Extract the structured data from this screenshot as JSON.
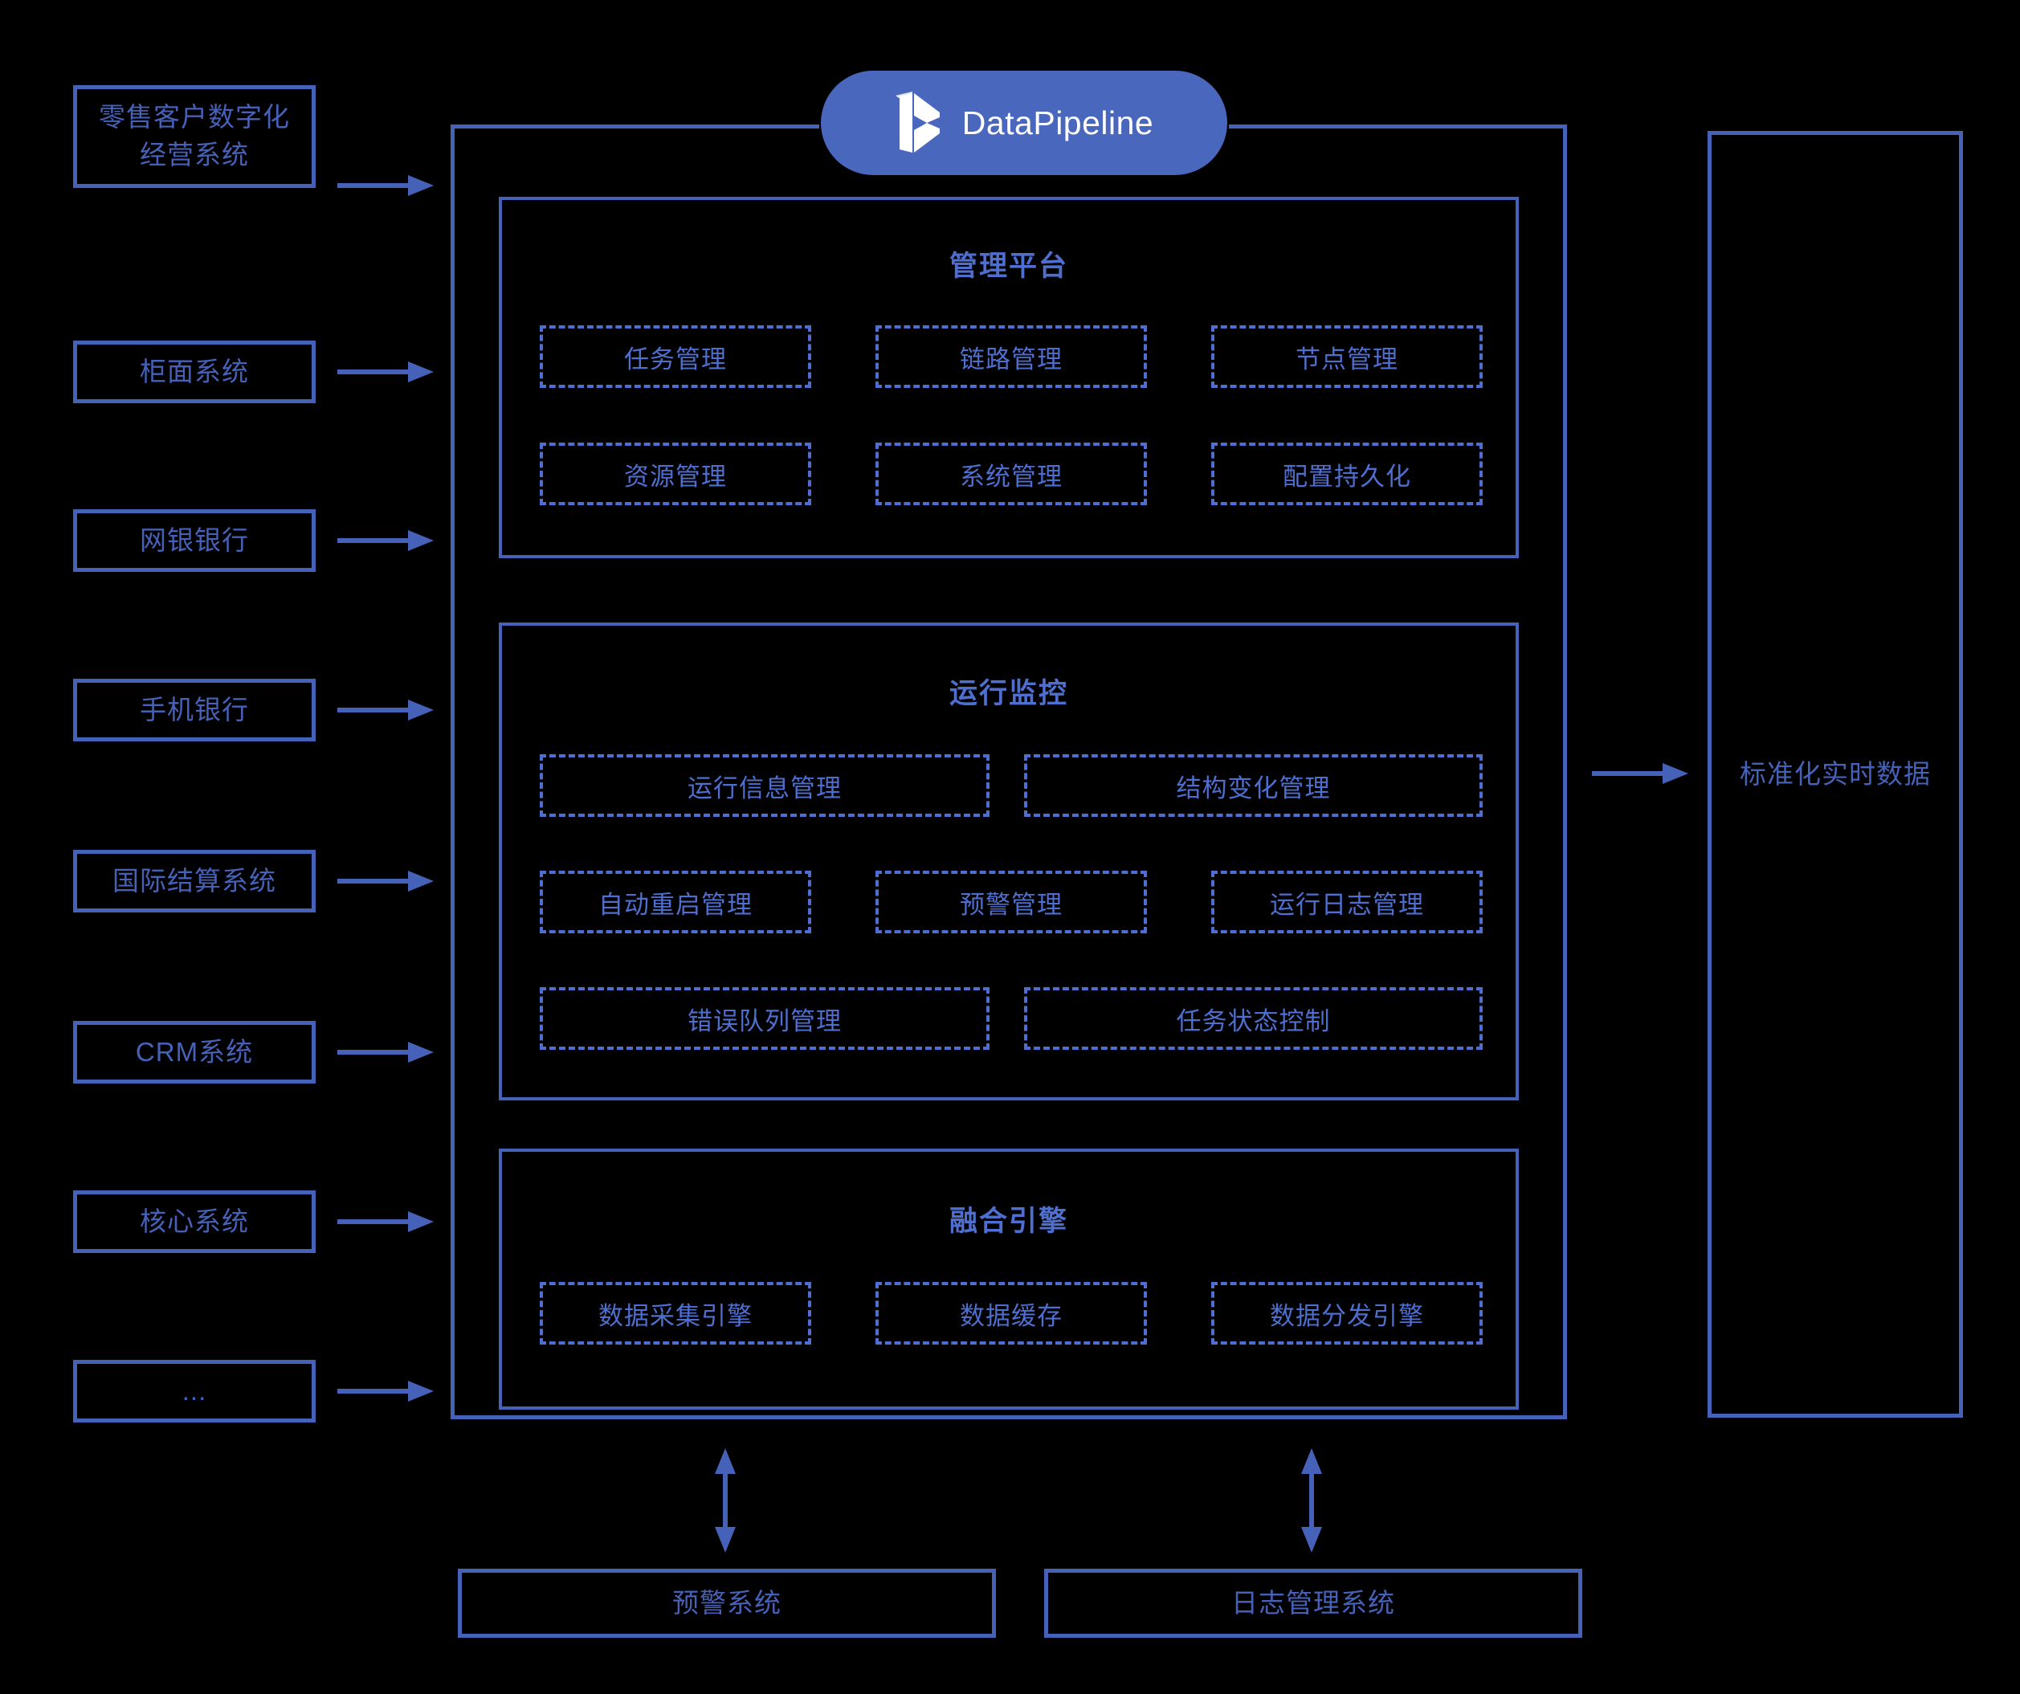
{
  "brand": {
    "name": "DataPipeline",
    "logo_icon": "datapipeline-logo-icon",
    "pill_color": "#4a67be",
    "text_color": "#ffffff"
  },
  "theme": {
    "background": "#000000",
    "solid_border": "#4661b8",
    "dashed_border": "#4f6fd0",
    "text": "#4661b8",
    "accent_text": "#4f6fd0"
  },
  "sources": {
    "items": [
      {
        "label": "零售客户数字化\n经营系统",
        "line1": "零售客户数字化",
        "line2": "经营系统",
        "two_line": true
      },
      {
        "label": "柜面系统",
        "two_line": false
      },
      {
        "label": "网银银行",
        "two_line": false
      },
      {
        "label": "手机银行",
        "two_line": false
      },
      {
        "label": "国际结算系统",
        "two_line": false
      },
      {
        "label": "CRM系统",
        "two_line": false
      },
      {
        "label": "核心系统",
        "two_line": false
      },
      {
        "label": "...",
        "two_line": false
      }
    ],
    "arrow_icon": "arrow-right-icon"
  },
  "platform": {
    "management": {
      "title": "管理平台",
      "rows": [
        [
          "任务管理",
          "链路管理",
          "节点管理"
        ],
        [
          "资源管理",
          "系统管理",
          "配置持久化"
        ]
      ]
    },
    "monitoring": {
      "title": "运行监控",
      "row1": [
        "运行信息管理",
        "结构变化管理"
      ],
      "row2": [
        "自动重启管理",
        "预警管理",
        "运行日志管理"
      ],
      "row3": [
        "错误队列管理",
        "任务状态控制"
      ]
    },
    "engine": {
      "title": "融合引擎",
      "row1": [
        "数据采集引擎",
        "数据缓存",
        "数据分发引擎"
      ]
    }
  },
  "output": {
    "label": "标准化实时数据",
    "arrow_icon": "arrow-right-icon"
  },
  "external": {
    "items": [
      {
        "label": "预警系统",
        "arrow_icon": "arrow-updown-icon"
      },
      {
        "label": "日志管理系统",
        "arrow_icon": "arrow-updown-icon"
      }
    ]
  }
}
